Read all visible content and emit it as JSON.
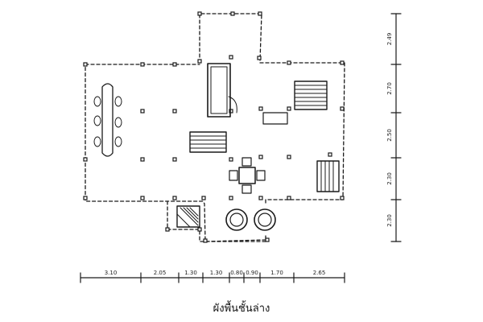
{
  "caption": "ผังพื้นชั้นล่าง",
  "bottom_dimensions": [
    "3.10",
    "2.05",
    "1.30",
    "1.30",
    "0.80",
    "0.90",
    "1.70",
    "2.65"
  ],
  "right_dimensions": [
    "2.49",
    "2.70",
    "2.50",
    "2.30",
    "2.30"
  ]
}
